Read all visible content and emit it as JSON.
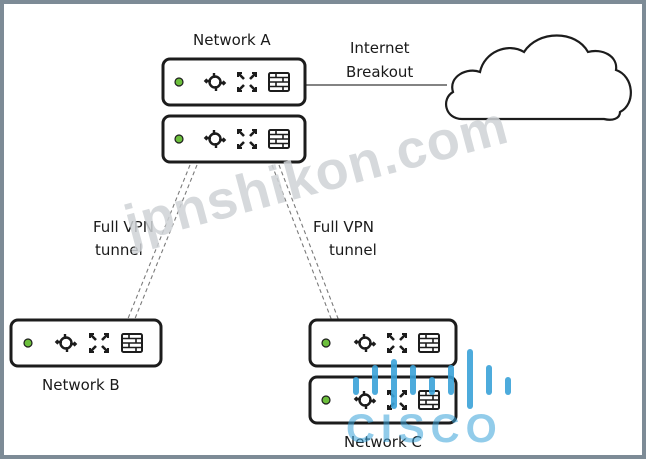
{
  "labels": {
    "network_a": "Network A",
    "network_b": "Network B",
    "network_c": "Network C",
    "internet_line1": "Internet",
    "internet_line2": "Breakout",
    "vpn_left_line1": "Full VPN",
    "vpn_left_line2": "tunnel",
    "vpn_right_line1": "Full VPN",
    "vpn_right_line2": "tunnel"
  },
  "watermarks": {
    "site": "jpnshikon.com",
    "brand": "CISCO"
  },
  "colors": {
    "frame": "#7d8b96",
    "led": "#6cbf3c",
    "device_outline": "#1c1c1c",
    "watermark": "#cfd3d6",
    "cisco_blue": "#3aa3d9"
  },
  "icons": [
    "router-icon",
    "switch-icon",
    "firewall-icon",
    "cloud-icon"
  ]
}
